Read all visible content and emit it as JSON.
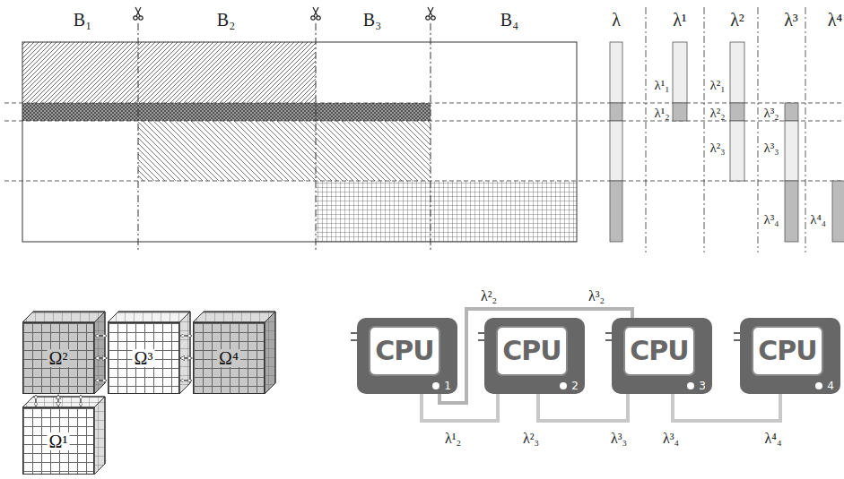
{
  "diagram": {
    "nodes": [
      {
        "text": [
          "Ω²"
        ]
      },
      {
        "text": [
          "Ω³"
        ]
      },
      {
        "text": [
          "Ω⁴"
        ]
      },
      {
        "text": [
          "Ω¹"
        ]
      },
      {
        "text": [
          "CPU",
          "1"
        ]
      },
      {
        "text": [
          "CPU",
          "2"
        ]
      },
      {
        "text": [
          "CPU",
          "3"
        ]
      },
      {
        "text": [
          "CPU",
          "4"
        ]
      }
    ],
    "edges": [
      {
        "from": 3,
        "to": 0,
        "arrow": "both"
      },
      {
        "from": 0,
        "to": 1,
        "arrow": "both"
      },
      {
        "from": 1,
        "to": 2,
        "arrow": "both"
      },
      {
        "from": 4,
        "to": 5,
        "arrow": "none"
      },
      {
        "from": 4,
        "to": 6,
        "arrow": "none"
      },
      {
        "from": 5,
        "to": 6,
        "arrow": "none"
      },
      {
        "from": 6,
        "to": 7,
        "arrow": "none"
      }
    ],
    "labels": [
      "B₁",
      "B₂",
      "B₃",
      "B₄",
      "λ",
      "λ¹",
      "λ²",
      "λ³",
      "λ⁴",
      "λ¹₁",
      "λ¹₂",
      "λ²₁",
      "λ²₂",
      "λ²₃",
      "λ³₂",
      "λ³₃",
      "λ³₄",
      "λ⁴₄",
      "λ²₂",
      "λ³₂",
      "λ¹₂",
      "λ²₃",
      "λ³₃",
      "λ³₄",
      "λ⁴₄"
    ]
  }
}
